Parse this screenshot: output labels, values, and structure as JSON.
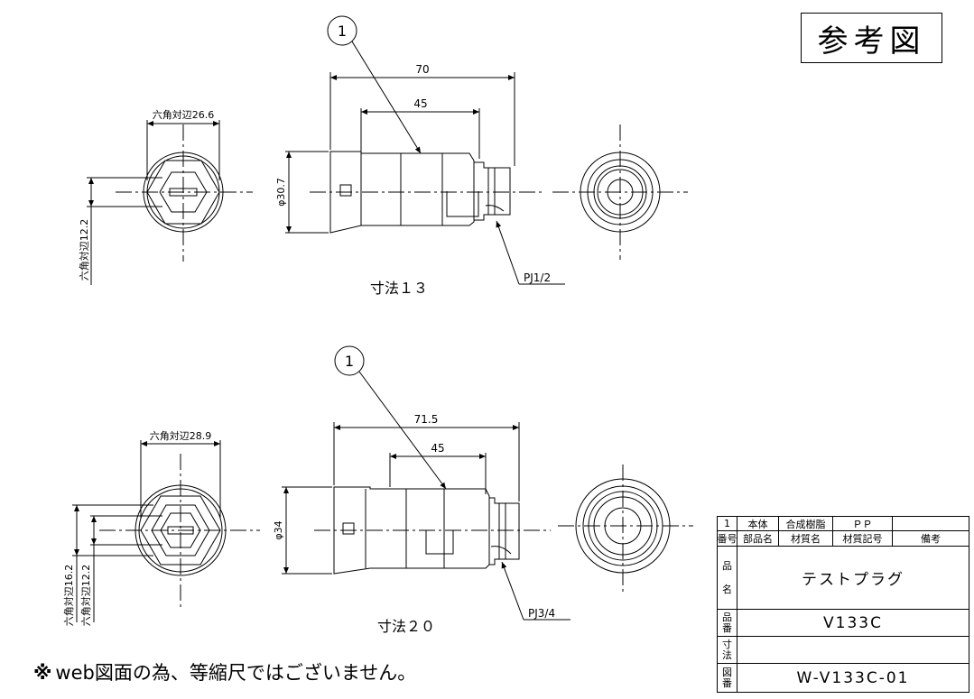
{
  "stamp_label": "参考図",
  "view13": {
    "balloon": "1",
    "dim_overall": "70",
    "dim_body": "45",
    "dim_dia": "φ30.7",
    "hex_across": "六角対辺26.6",
    "hex_inner": "六角対辺12.2",
    "thread": "PJ1/2",
    "caption": "寸法１３"
  },
  "view20": {
    "balloon": "1",
    "dim_overall": "71.5",
    "dim_body": "45",
    "dim_dia": "φ34",
    "hex_across": "六角対辺28.9",
    "hex_outer": "六角対辺16.2",
    "hex_inner": "六角対辺12.2",
    "thread": "PJ3/4",
    "caption": "寸法２０"
  },
  "note": {
    "mark": "※",
    "text": "web図面の為、等縮尺ではございません。"
  },
  "title_block": {
    "parts_row": {
      "no": "1",
      "part": "本体",
      "material": "合成樹脂",
      "code": "ＰＰ",
      "remarks": ""
    },
    "header": {
      "no": "番号",
      "part": "部品名",
      "material": "材質名",
      "code": "材質記号",
      "remarks": "備考"
    },
    "product_name_label_1": "品",
    "product_name_label_2": "名",
    "product_name": "テストプラグ",
    "product_no_label_1": "品",
    "product_no_label_2": "番",
    "product_no": "V133C",
    "size_label_1": "寸",
    "size_label_2": "法",
    "size_value": "",
    "drawing_no_label_1": "図",
    "drawing_no_label_2": "番",
    "drawing_no": "W-V133C-01"
  }
}
